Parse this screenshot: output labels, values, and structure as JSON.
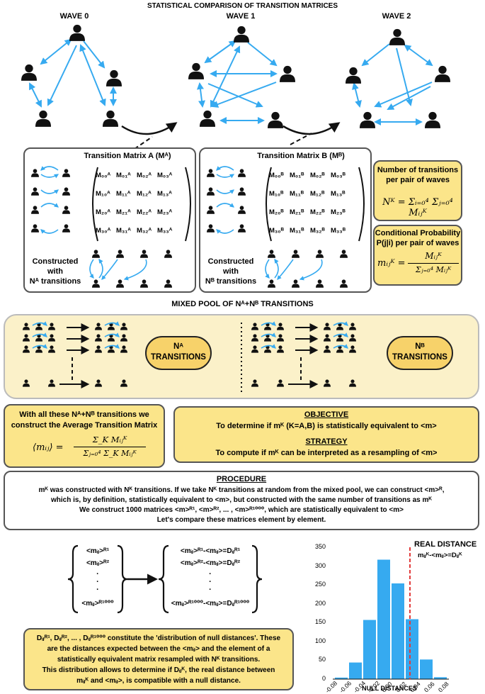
{
  "title": "STATISTICAL COMPARISON OF TRANSITION MATRICES",
  "waves": [
    "WAVE 0",
    "WAVE 1",
    "WAVE 2"
  ],
  "matrix_a": {
    "title": "Transition Matrix A (Mᴬ)",
    "cells": [
      [
        "M₀₀ᴬ",
        "M₀₁ᴬ",
        "M₀₂ᴬ",
        "M₀₃ᴬ"
      ],
      [
        "M₁₀ᴬ",
        "M₁₁ᴬ",
        "M₁₂ᴬ",
        "M₁₃ᴬ"
      ],
      [
        "M₂₀ᴬ",
        "M₂₁ᴬ",
        "M₂₂ᴬ",
        "M₂₃ᴬ"
      ],
      [
        "M₃₀ᴬ",
        "M₃₁ᴬ",
        "M₃₂ᴬ",
        "M₃₃ᴬ"
      ]
    ],
    "constructed_line1": "Constructed",
    "constructed_line2": "with",
    "constructed_line3": "Nᴬ transitions"
  },
  "matrix_b": {
    "title": "Transition Matrix B (Mᴮ)",
    "cells": [
      [
        "M₀₀ᴮ",
        "M₀₁ᴮ",
        "M₀₂ᴮ",
        "M₀₃ᴮ"
      ],
      [
        "M₁₀ᴮ",
        "M₁₁ᴮ",
        "M₁₂ᴮ",
        "M₁₃ᴮ"
      ],
      [
        "M₂₀ᴮ",
        "M₂₁ᴮ",
        "M₂₂ᴮ",
        "M₂₃ᴮ"
      ],
      [
        "M₃₀ᴮ",
        "M₃₁ᴮ",
        "M₃₂ᴮ",
        "M₃₃ᴮ"
      ]
    ],
    "constructed_line1": "Constructed",
    "constructed_line2": "with",
    "constructed_line3": "Nᴮ transitions"
  },
  "num_transitions": {
    "title_line1": "Number of transitions",
    "title_line2": "per pair of waves",
    "formula_lhs": "Nᴷ =",
    "formula_rhs": "Σᵢ₌₀⁴ Σⱼ₌₀⁴ Mᵢⱼᴷ"
  },
  "cond_prob": {
    "title_line1": "Conditional Probability",
    "title_line2": "P(j|i) per pair of waves",
    "formula_lhs": "mᵢⱼᴷ =",
    "formula_num": "Mᵢⱼᴷ",
    "formula_den": "Σⱼ₌₀⁴ Mᵢⱼᴷ"
  },
  "pool": {
    "heading": "MIXED POOL OF Nᴬ+Nᴮ TRANSITIONS",
    "na_line1": "Nᴬ",
    "na_line2": "TRANSITIONS",
    "nb_line1": "Nᴮ",
    "nb_line2": "TRANSITIONS"
  },
  "average": {
    "line1": "With all these Nᴬ+Nᴮ transitions we",
    "line2": "construct the Average Transition Matrix",
    "formula_lhs": "⟨mᵢⱼ⟩ =",
    "formula_num": "Σ_K Mᵢⱼᴷ",
    "formula_den": "Σⱼ₌₀⁴ Σ_K Mᵢⱼᴷ"
  },
  "objective": {
    "heading": "OBJECTIVE",
    "text": "To determine if mᴷ (K=A,B) is statistically equivalent to <m>",
    "strategy_heading": "STRATEGY",
    "strategy_text": "To compute if mᴷ can be interpreted as a resampling of <m>"
  },
  "procedure": {
    "heading": "PROCEDURE",
    "line1": "mᴷ was constructed with Nᴷ transitions. If we take Nᴷ transitions at random from the mixed pool, we can construct <m>ᴿ,",
    "line2": "which is, by definition, statistically equivalent to <m>, but constructed with the same number of transitions as mᴷ",
    "line3": "We construct 1000 matrices <m>ᴿ¹, <m>ᴿ², ... , <m>ᴿ¹⁰⁰⁰, which are statistically equivalent to <m>",
    "line4": "Let's compare these matrices element by element."
  },
  "sets": {
    "left": [
      "<mᵢⱼ>ᴿ¹",
      "<mᵢⱼ>ᴿ²",
      "<mᵢⱼ>ᴿ¹⁰⁰⁰"
    ],
    "right": [
      "<mᵢⱼ>ᴿ¹-<mᵢⱼ>=Dᵢⱼᴿ¹",
      "<mᵢⱼ>ᴿ²-<mᵢⱼ>=Dᵢⱼᴿ²",
      "<mᵢⱼ>ᴿ¹⁰⁰⁰-<mᵢⱼ>=Dᵢⱼᴿ¹⁰⁰⁰"
    ]
  },
  "null_dist": {
    "line1": "Dᵢⱼᴿ¹, Dᵢⱼᴿ², ... , Dᵢⱼᴿ¹⁰⁰⁰ constitute the 'distribution of null distances'. These",
    "line2": "are the distances expected between the <mᵢⱼ> and the element of a",
    "line3": "statistically equivalent matrix resampled with Nᴷ transitions.",
    "line4": "This distribution allows to determine if Dᵢⱼᴷ, the real distance between",
    "line5": "mᵢⱼᴷ and <mᵢⱼ>, is compatible with a null distance."
  },
  "chart_data": {
    "type": "bar",
    "xlabel": "NULL DISTANCES",
    "ylabel": "",
    "x_ticks": [
      "-0.08",
      "-0.06",
      "-0.04",
      "-0.02",
      "0.00",
      "0.02",
      "0.04",
      "0.06",
      "0.08"
    ],
    "y_ticks": [
      "0",
      "50",
      "100",
      "150",
      "200",
      "250",
      "300",
      "350"
    ],
    "ylim": [
      0,
      350
    ],
    "xlim": [
      -0.08,
      0.08
    ],
    "bins": [
      {
        "start": -0.08,
        "end": -0.06,
        "count": 5
      },
      {
        "start": -0.06,
        "end": -0.04,
        "count": 45
      },
      {
        "start": -0.04,
        "end": -0.02,
        "count": 158
      },
      {
        "start": -0.02,
        "end": 0.0,
        "count": 318
      },
      {
        "start": 0.0,
        "end": 0.02,
        "count": 255
      },
      {
        "start": 0.02,
        "end": 0.04,
        "count": 160
      },
      {
        "start": 0.04,
        "end": 0.06,
        "count": 53
      },
      {
        "start": 0.06,
        "end": 0.08,
        "count": 6
      }
    ],
    "real_distance": 0.027,
    "annotation_title": "REAL DISTANCE",
    "annotation_formula": "mᵢⱼᴷ-<mᵢⱼ>=Dᵢⱼᴷ",
    "bar_color": "#36aaf0",
    "line_color": "#e23b3b"
  },
  "colors": {
    "arrow": "#36aaf0",
    "yellow": "#fbe58a",
    "pool": "#fbf1c9"
  }
}
